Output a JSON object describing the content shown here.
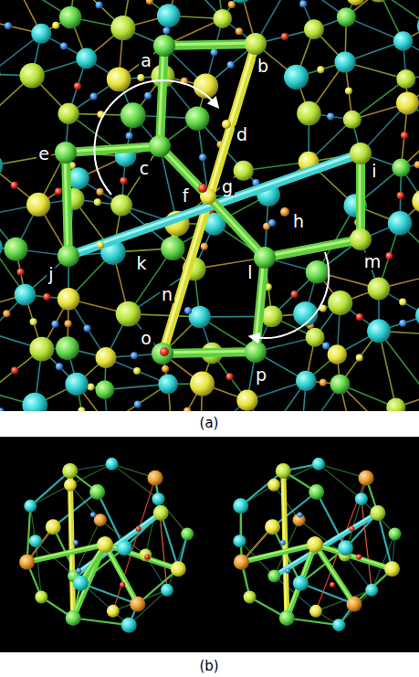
{
  "diagram": {
    "labels": [
      "a",
      "b",
      "c",
      "d",
      "e",
      "f",
      "g",
      "h",
      "i",
      "j",
      "k",
      "l",
      "m",
      "n",
      "o",
      "p",
      "(a)",
      "(b)"
    ]
  }
}
